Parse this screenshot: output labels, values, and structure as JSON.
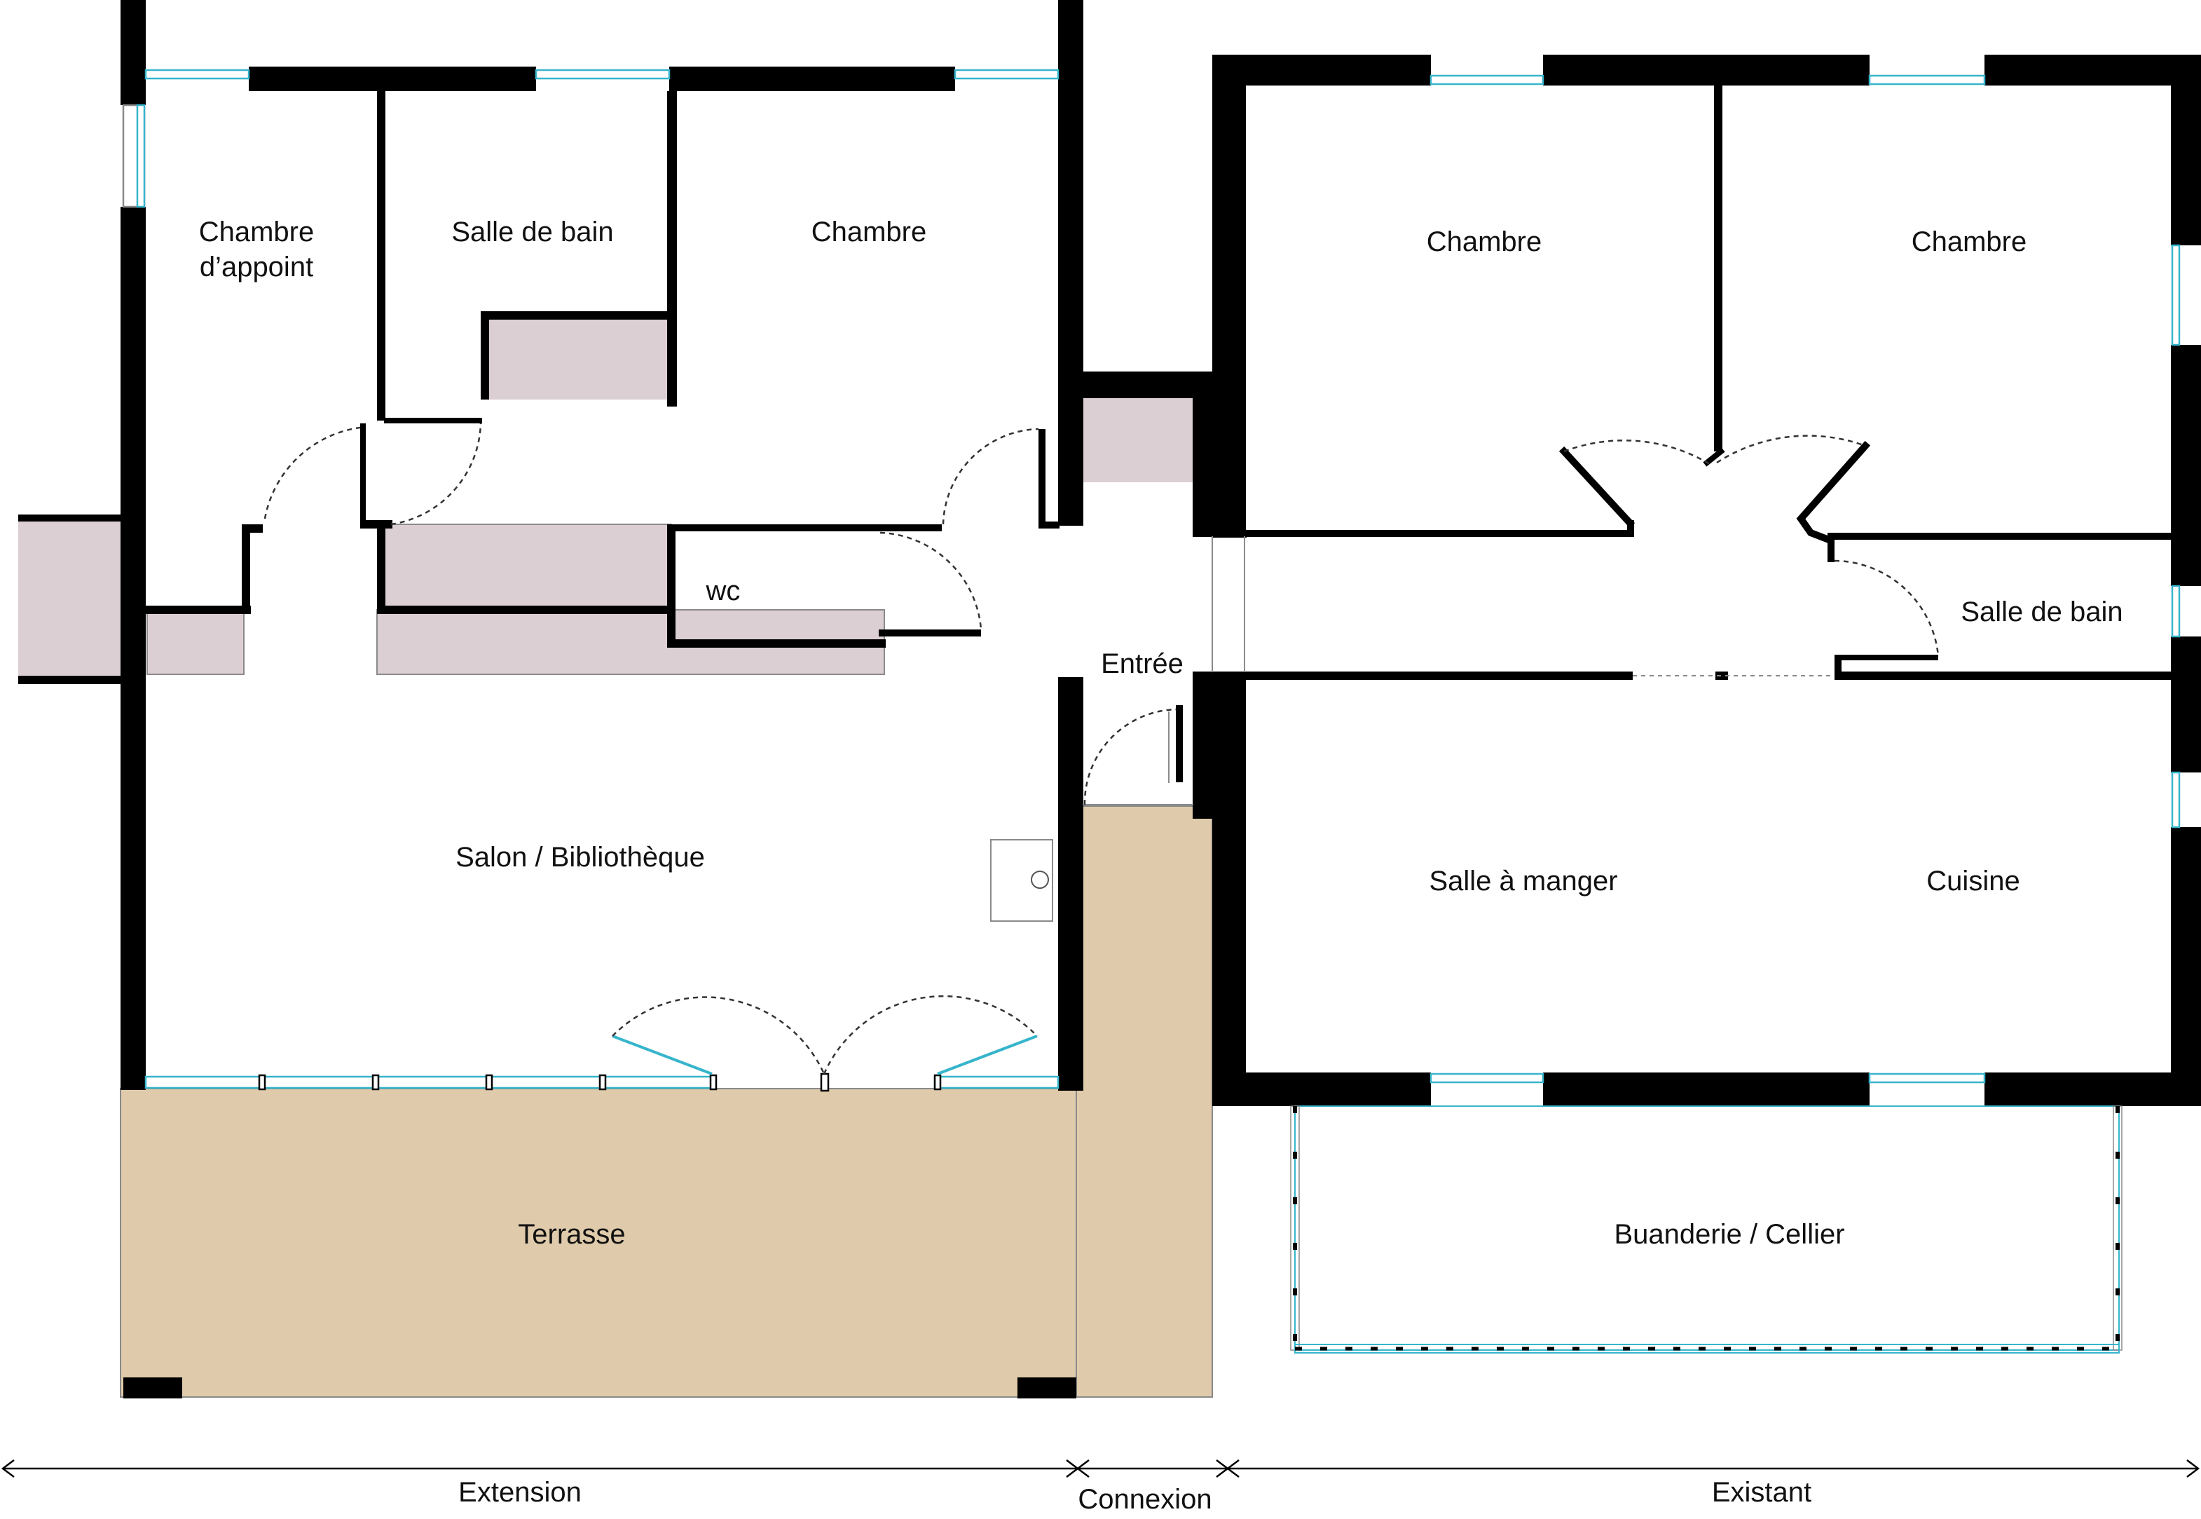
{
  "rooms": {
    "chambre_appoint_1": "Chambre",
    "chambre_appoint_2": "d’appoint",
    "salle_de_bain_ext": "Salle de bain",
    "chambre_ext": "Chambre",
    "wc": "wc",
    "entree": "Entrée",
    "salon": "Salon / Bibliothèque",
    "terrasse": "Terrasse",
    "chambre_1": "Chambre",
    "chambre_2": "Chambre",
    "salle_de_bain_exist": "Salle de bain",
    "salle_a_manger": "Salle à manger",
    "cuisine": "Cuisine",
    "buanderie": "Buanderie / Cellier"
  },
  "dimensions": {
    "extension": "Extension",
    "connexion": "Connexion",
    "existant": "Existant"
  },
  "colors": {
    "wall": "#000000",
    "storage": "#dccfd3",
    "terrace": "#dfcbab",
    "glazing": "#36b5cc",
    "background": "#ffffff"
  }
}
